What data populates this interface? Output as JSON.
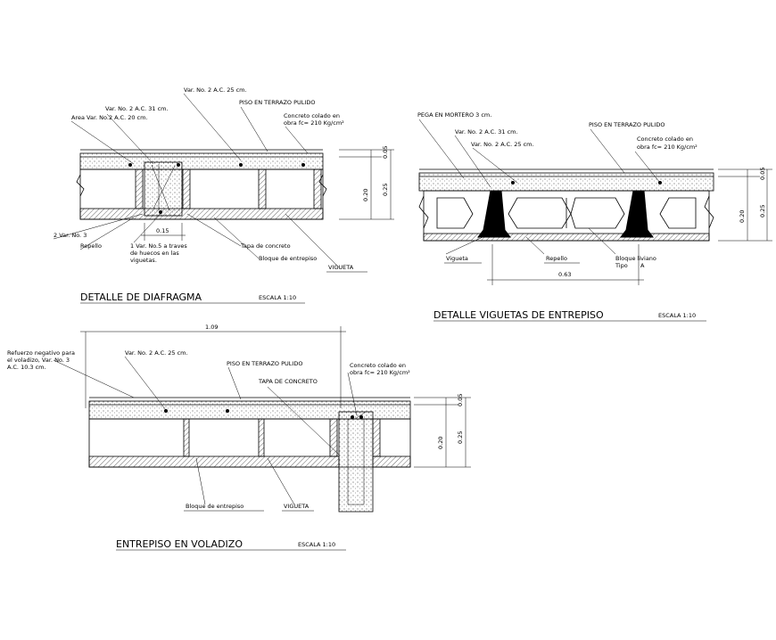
{
  "diafragma": {
    "title": "DETALLE DE DIAFRAGMA",
    "scale": "ESCALA 1:10",
    "labels": {
      "var25": "Var. No. 2 A.C. 25 cm.",
      "piso": "PISO EN TERRAZO PULIDO",
      "var31": "Var. No. 2 A.C. 31 cm.",
      "concreto1": "Concreto colado en",
      "concreto2": "obra fc= 210 Kg/cm²",
      "area": "Area Var. No.2 A.C. 20 cm.",
      "var3": "2 Var. No. 3",
      "repello": "Repello",
      "var5a": "1 Var. No.5 a traves",
      "var5b": "de huecos en las",
      "var5c": "viguetas.",
      "tapa": "Tapa de concreto",
      "bloque": "Bloque de entrepiso",
      "vigueta": "VIGUETA"
    },
    "dims": {
      "d005": "0.05",
      "d020": "0.20",
      "d025": "0.25",
      "d015": "0.15"
    }
  },
  "viguetas": {
    "title": "DETALLE VIGUETAS DE ENTREPISO",
    "scale": "ESCALA 1:10",
    "labels": {
      "pega": "PEGA EN MORTERO 3 cm.",
      "piso": "PISO EN TERRAZO PULIDO",
      "var31": "Var. No. 2 A.C. 31 cm.",
      "var25": "Var. No. 2 A.C. 25 cm.",
      "concreto1": "Concreto colado en",
      "concreto2": "obra fc= 210 Kg/cm²",
      "vigueta": "Vigueta",
      "repello": "Repello",
      "bloque1": "Bloque liviano",
      "bloque2": "Tipo",
      "bloque3": "A"
    },
    "dims": {
      "d005": "0.05",
      "d020": "0.20",
      "d025": "0.25",
      "d063": "0.63"
    }
  },
  "voladizo": {
    "title": "ENTREPISO EN VOLADIZO",
    "scale": "ESCALA 1:10",
    "labels": {
      "ref1": "Refuerzo negativo para",
      "ref2": "el voladizo, Var. No. 3",
      "ref3": "A.C. 10.3 cm.",
      "var25": "Var. No. 2 A.C. 25 cm.",
      "piso": "PISO EN TERRAZO PULIDO",
      "tapa": "TAPA DE CONCRETO",
      "concreto1": "Concreto colado en",
      "concreto2": "obra fc= 210 Kg/cm²",
      "bloque": "Bloque de entrepiso",
      "vigueta": "VIGUETA"
    },
    "dims": {
      "d109": "1.09",
      "d005": "0.05",
      "d020": "0.20",
      "d025": "0.25"
    }
  }
}
